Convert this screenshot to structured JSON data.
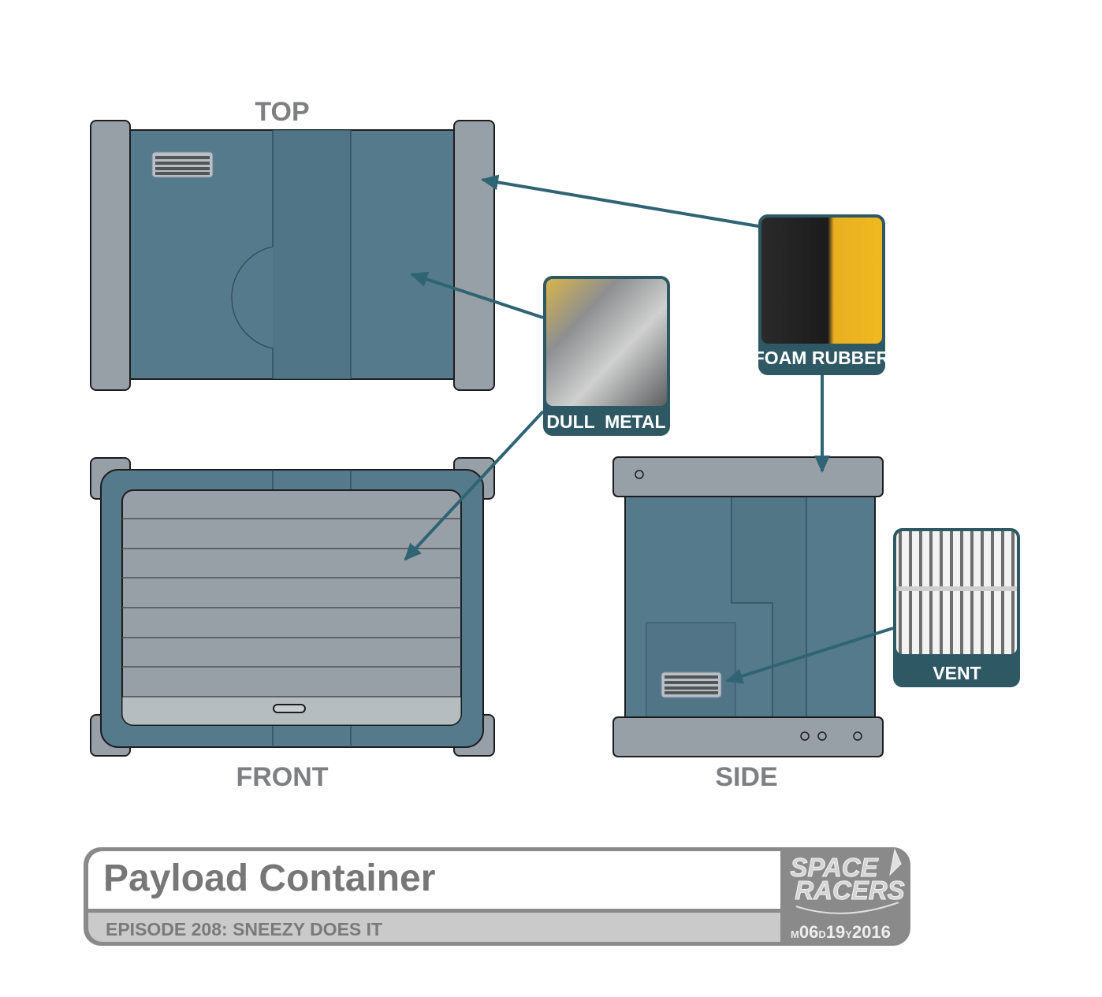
{
  "views": {
    "top": "TOP",
    "front": "FRONT",
    "side": "SIDE"
  },
  "callouts": {
    "dull_metal": "DULL  METAL",
    "foam_rubber": "FOAM RUBBER",
    "vent": "VENT"
  },
  "title_block": {
    "title": "Payload Container",
    "subtitle": "EPISODE 208: SNEEZY DOES IT",
    "logo_text": [
      "SPACE",
      "RACERS"
    ],
    "date": {
      "m_prefix": "M",
      "month": "06",
      "d_prefix": "D",
      "day": "19",
      "y_prefix": "Y",
      "year": "2016"
    }
  },
  "colors": {
    "body": "#557a8b",
    "accent": "#2f6474",
    "cap": "#98a0a7",
    "title_gray": "#888888"
  }
}
